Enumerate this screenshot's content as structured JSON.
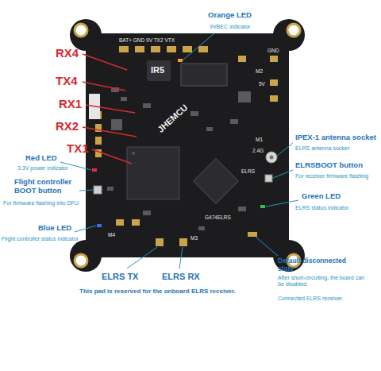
{
  "diagram": {
    "labels": [
      "RX4",
      "TX4",
      "RX1",
      "RX2",
      "TX1",
      "Orange LED",
      "9VBEC indicator",
      "IPEX-1 antenna socket",
      "ELRS antenna socket",
      "ELRSBOOT button",
      "For receiver firmware flashing",
      "Green LED",
      "ELRS status indicator",
      "Red LED",
      "3.3V power indicator",
      "Flight controller BOOT button",
      "For firmware flashing into DFU",
      "Blue LED",
      "Flight controller status indicator",
      "ELRS TX",
      "ELRS RX",
      "This pad is reserved for the onboard ELRS receiver.",
      "Default disconnected state",
      "After short-circuiting, the board can be disabled.",
      "Connected ELRS receiver.",
      "BAT+ GND 9V TX2 VTX",
      "IR5",
      "JHEMCU",
      "G474ELRS",
      "ELRS",
      "2.4G",
      "M1",
      "M2",
      "M3",
      "M4",
      "GND",
      "5V"
    ]
  }
}
